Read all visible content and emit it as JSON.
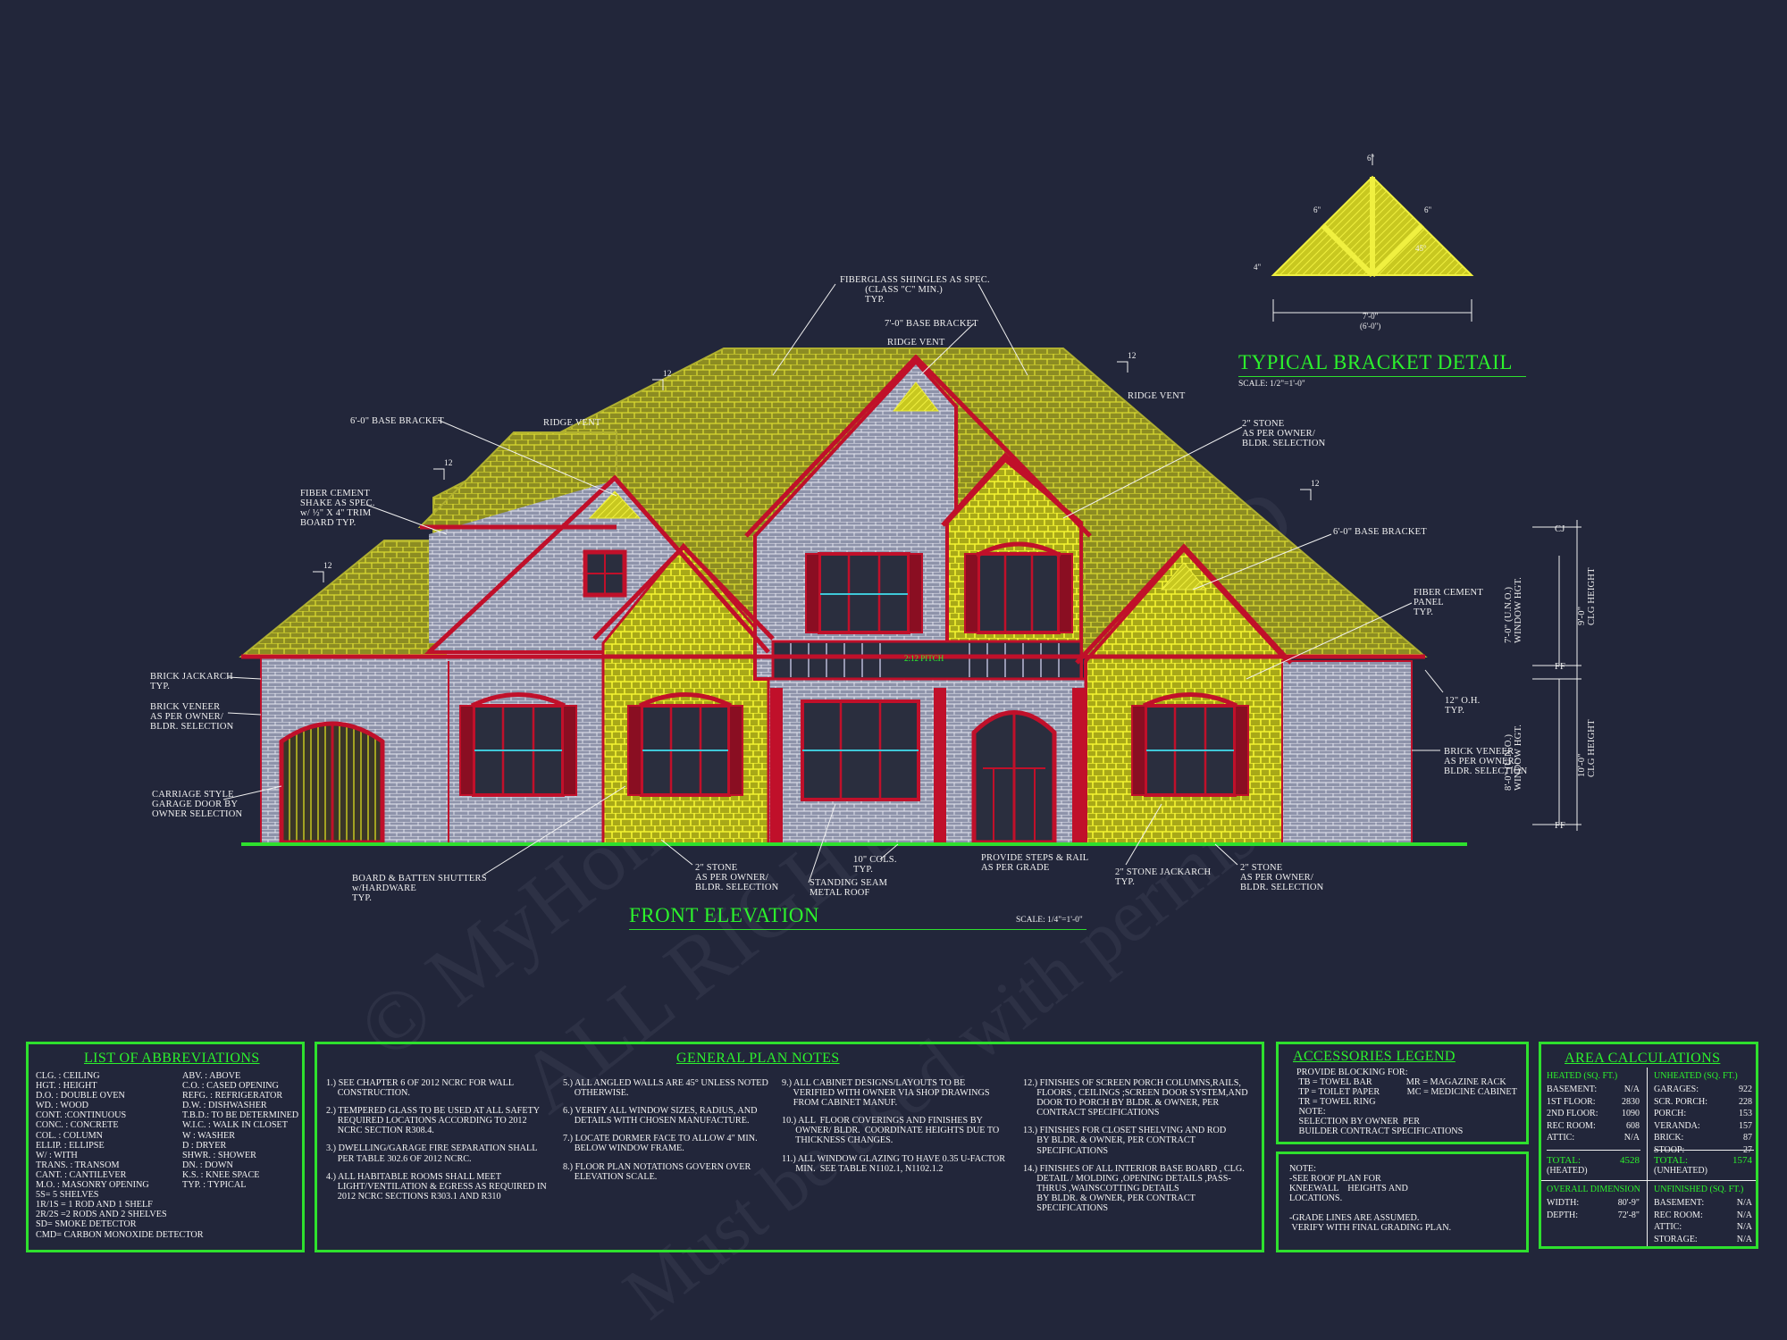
{
  "colors": {
    "background": "#22263a",
    "roof": "#9a9a2a",
    "stone": "#c8c820",
    "brick_face": "#9aa0b8",
    "trim": "#c0102a",
    "grade": "#2ee02e",
    "glass": "#3a3f2a",
    "label": "#f0f0f0",
    "title": "#2cf22c"
  },
  "watermark": {
    "line1": "© MyHomeFloorPlans.com",
    "line2": "ALL RIGHTS RESERVED",
    "line3": "Must be used with permission"
  },
  "bracket_detail": {
    "title": "TYPICAL BRACKET DETAIL",
    "scale": "SCALE: 1/2\"=1'-0\"",
    "dim_top": "6\"",
    "dim_left": "6\"",
    "dim_right": "6\"",
    "dim_angle": "45°",
    "dim_side": "4\"",
    "dim_bottom_1": "7'-0\"",
    "dim_bottom_2": "(6'-0\")"
  },
  "elevation": {
    "title": "FRONT ELEVATION",
    "scale": "SCALE: 1/4\"=1'-0\"",
    "labels": {
      "shingles": "FIBERGLASS SHINGLES AS SPEC.\n          (CLASS \"C\" MIN.)\n          TYP.",
      "base_bracket_7": "7'-0\" BASE BRACKET",
      "ridge_vent_center": "RIDGE VENT",
      "ridge_vent_left": "RIDGE VENT",
      "ridge_vent_right": "RIDGE VENT",
      "base_bracket_6_left": "6'-0\" BASE BRACKET",
      "base_bracket_6_right": "6'-0\" BASE BRACKET",
      "fiber_shake": "FIBER CEMENT\nSHAKE AS SPEC.\nw/ ½\" X 4\" TRIM\nBOARD TYP.",
      "stone_top": "2\" STONE\nAS PER OWNER/\nBLDR. SELECTION",
      "fiber_panel": "FIBER CEMENT\nPANEL\nTYP.",
      "brick_jackarch": "BRICK JACKARCH\nTYP.",
      "brick_veneer_left": "BRICK VENEER\nAS PER OWNER/\nBLDR. SELECTION",
      "brick_veneer_right": "BRICK VENEER\nAS PER OWNER/\nBLDR. SELECTION",
      "overhang": "12\" O.H.\nTYP.",
      "carriage": "CARRIAGE STYLE\nGARAGE DOOR BY\nOWNER SELECTION",
      "shutters": "BOARD & BATTEN SHUTTERS\nw/HARDWARE\nTYP.",
      "stone_bottom_left": "2\" STONE\nAS PER OWNER/\nBLDR. SELECTION",
      "standing_seam": "STANDING SEAM\nMETAL ROOF",
      "cols": "10\" COLS.\nTYP.",
      "steps": "PROVIDE STEPS & RAIL\nAS PER GRADE",
      "stone_jackarch": "2\" STONE JACKARCH\nTYP.",
      "stone_bottom_right": "2\" STONE\nAS PER OWNER/\nBLDR. SELECTION",
      "pitch": "2:12 PITCH",
      "pitch_12": "12"
    },
    "heights": {
      "cj": "CJ",
      "ff_upper": "FF",
      "ff_lower": "FF",
      "window_upper": "7'-0\" (U.N.O.)\nWINDOW HGT.",
      "clg_upper": "9'-0\"\nCLG HEIGHT",
      "window_lower": "8'-0\" (U.N.O.)\nWINDOW HGT.",
      "clg_lower": "10'-0\"\nCLG HEIGHT"
    }
  },
  "abbreviations": {
    "title": "LIST OF ABBREVIATIONS",
    "col1": [
      "CLG. : CEILING",
      "HGT. : HEIGHT",
      "D.O. : DOUBLE OVEN",
      "WD. : WOOD",
      "CONT. :CONTINUOUS",
      "CONC. : CONCRETE",
      "COL. : COLUMN",
      "ELLIP. : ELLIPSE",
      "W/ : WITH",
      "TRANS. : TRANSOM",
      "CANT. : CANTILEVER",
      "M.O. : MASONRY OPENING",
      "5S= 5 SHELVES",
      "1R/1S = 1 ROD AND 1 SHELF",
      "2R/2S =2 RODS AND 2 SHELVES",
      "SD= SMOKE DETECTOR",
      "CMD= CARBON MONOXIDE DETECTOR"
    ],
    "col2": [
      "ABV. : ABOVE",
      "C.O. : CASED OPENING",
      "REFG. : REFRIGERATOR",
      "D.W. : DISHWASHER",
      "T.B.D.: TO BE DETERMINED",
      "W.I.C. : WALK IN CLOSET",
      "W : WASHER",
      "D : DRYER",
      "SHWR. : SHOWER",
      "DN. : DOWN",
      "K.S. : KNEE SPACE",
      "TYP. : TYPICAL"
    ]
  },
  "general_notes": {
    "title": "GENERAL PLAN NOTES",
    "col1": [
      "1.) SEE CHAPTER 6 OF 2012 NCRC FOR WALL\n     CONSTRUCTION.",
      "2.) TEMPERED GLASS TO BE USED AT ALL SAFETY\n     REQUIRED LOCATIONS ACCORDING TO 2012\n     NCRC SECTION R308.4.",
      "3.) DWELLING/GARAGE FIRE SEPARATION SHALL\n     PER TABLE 302.6 OF 2012 NCRC.",
      "4.) ALL HABITABLE ROOMS SHALL MEET\n     LIGHT/VENTILATION & EGRESS AS REQUIRED IN\n     2012 NCRC SECTIONS R303.1 AND R310"
    ],
    "col2": [
      "5.) ALL ANGLED WALLS ARE 45° UNLESS NOTED\n     OTHERWISE.",
      "6.) VERIFY ALL WINDOW SIZES, RADIUS, AND\n     DETAILS WITH CHOSEN MANUFACTURE.",
      "7.) LOCATE DORMER FACE TO ALLOW 4\" MIN.\n     BELOW WINDOW FRAME.",
      "8.) FLOOR PLAN NOTATIONS GOVERN OVER\n     ELEVATION SCALE."
    ],
    "col3": [
      "9.) ALL CABINET DESIGNS/LAYOUTS TO BE\n     VERIFIED WITH OWNER VIA SHOP DRAWINGS\n     FROM CABINET MANUF.",
      "10.) ALL  FLOOR COVERINGS AND FINISHES BY\n      OWNER/ BLDR.  COORDINATE HEIGHTS DUE TO\n      THICKNESS CHANGES.",
      "11.) ALL WINDOW GLAZING TO HAVE 0.35 U-FACTOR\n      MIN.  SEE TABLE N1102.1, N1102.1.2"
    ],
    "col4": [
      "12.) FINISHES OF SCREEN PORCH COLUMNS,RAILS,\n      FLOORS , CEILINGS ;SCREEN DOOR SYSTEM,AND\n      DOOR TO PORCH BY BLDR. & OWNER, PER\n      CONTRACT SPECIFICATIONS",
      "13.) FINISHES FOR CLOSET SHELVING AND ROD\n      BY BLDR. & OWNER, PER CONTRACT\n      SPECIFICATIONS",
      "14.) FINISHES OF ALL INTERIOR BASE BOARD , CLG.\n      DETAIL / MOLDING ,OPENING DETAILS ,PASS-\n      THRUS ,WAINSCOTTING DETAILS\n      BY BLDR. & OWNER, PER CONTRACT\n      SPECIFICATIONS"
    ]
  },
  "accessories": {
    "title": "ACCESSORIES LEGEND",
    "lines": "PROVIDE BLOCKING FOR:\n TB = TOWEL BAR               MR = MAGAZINE RACK\n TP = TOILET PAPER            MC = MEDICINE CABINET\n TR = TOWEL RING\n NOTE:\n SELECTION BY OWNER  PER\n BUILDER CONTRACT SPECIFICATIONS"
  },
  "note_box": {
    "lines": "NOTE:\n-SEE ROOF PLAN FOR\nKNEEWALL    HEIGHTS AND\nLOCATIONS.\n\n-GRADE LINES ARE ASSUMED.\n VERIFY WITH FINAL GRADING PLAN."
  },
  "area": {
    "title": "AREA CALCULATIONS",
    "heated_head": "HEATED (SQ. FT.)",
    "unheated_head": "UNHEATED (SQ. FT.)",
    "heated": [
      {
        "label": "BASEMENT:",
        "value": "N/A"
      },
      {
        "label": "1ST FLOOR:",
        "value": "2830"
      },
      {
        "label": "2ND FLOOR:",
        "value": "1090"
      },
      {
        "label": "REC ROOM:",
        "value": "608"
      },
      {
        "label": "ATTIC:",
        "value": "N/A"
      }
    ],
    "unheated": [
      {
        "label": "GARAGES:",
        "value": "922"
      },
      {
        "label": "SCR. PORCH:",
        "value": "228"
      },
      {
        "label": "PORCH:",
        "value": "153"
      },
      {
        "label": "VERANDA:",
        "value": "157"
      },
      {
        "label": "BRICK:",
        "value": "87"
      },
      {
        "label": "STOOP:",
        "value": "27"
      }
    ],
    "total_heated_label": "TOTAL:",
    "total_heated_value": "4528",
    "total_heated_sub": "(HEATED)",
    "total_unheated_label": "TOTAL:",
    "total_unheated_value": "1574",
    "total_unheated_sub": "(UNHEATED)",
    "overall_head": "OVERALL DIMENSION",
    "unfinished_head": "UNFINISHED (SQ. FT.)",
    "overall": [
      {
        "label": "WIDTH:",
        "value": "80'-9\""
      },
      {
        "label": "DEPTH:",
        "value": "72'-8\""
      }
    ],
    "unfinished": [
      {
        "label": "BASEMENT:",
        "value": "N/A"
      },
      {
        "label": "REC ROOM:",
        "value": "N/A"
      },
      {
        "label": "ATTIC:",
        "value": "N/A"
      },
      {
        "label": "STORAGE:",
        "value": "N/A"
      }
    ]
  }
}
